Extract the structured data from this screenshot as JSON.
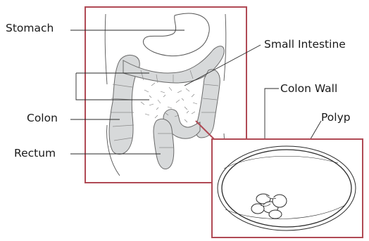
{
  "labels": {
    "stomach": "Stomach",
    "small_intestine": "Small Intestine",
    "colon_wall": "Colon Wall",
    "colon": "Colon",
    "polyp": "Polyp",
    "rectum": "Rectum"
  },
  "colors": {
    "frame": "#b04a55",
    "organ_fill": "#d7d9da",
    "organ_stroke": "#6a6a6a",
    "line": "#2a2a2a"
  }
}
